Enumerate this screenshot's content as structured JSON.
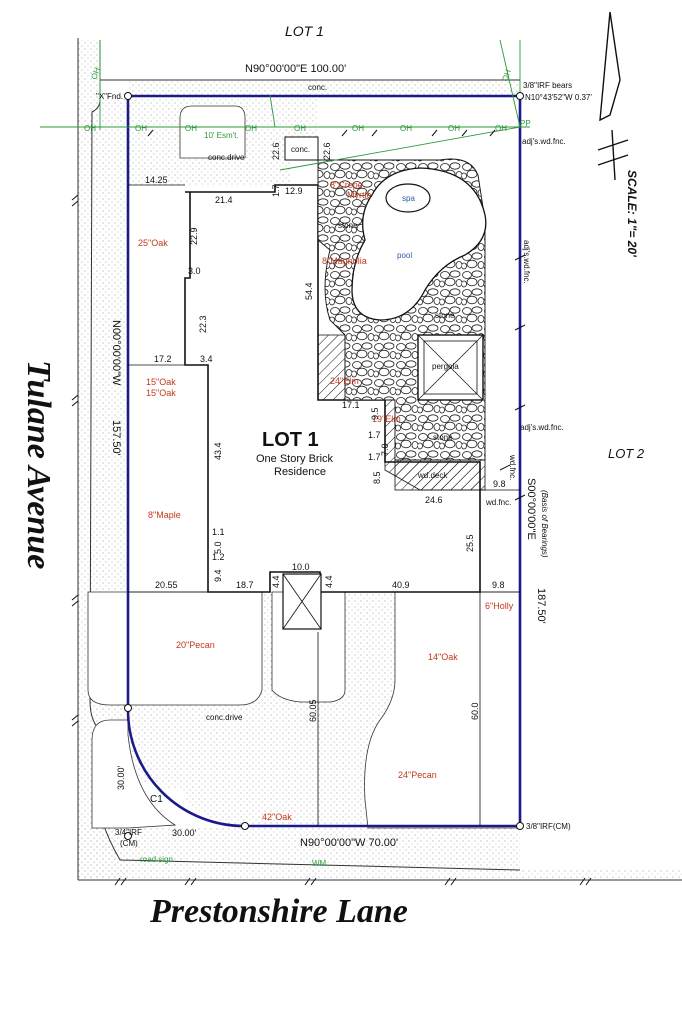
{
  "labels": {
    "lot1_top": "LOT 1",
    "lot2_right": "LOT 2",
    "lot1_main": "LOT 1",
    "residence_line1": "One Story Brick",
    "residence_line2": "Residence",
    "street_left": "Tulane Avenue",
    "street_bottom": "Prestonshire Lane",
    "scale": "SCALE: 1\"= 20'"
  },
  "bearings": {
    "north": "N90°00'00\"E   100.00'",
    "south": "N90°00'00\"W   70.00'",
    "west": "N00°00'00\"W",
    "west_dist": "157.50'",
    "east": "S00°00'00\"E",
    "east_dist": "187.50'",
    "basis": "(Basis of Bearings)",
    "irf_bears": "3/8\"IRF bears",
    "irf_bears_2": "N10°43'52\"W 0.37'"
  },
  "corners": {
    "x_fnd": "\"X\"Fnd.",
    "irf_sw": "3/4\"IRF",
    "irf_sw_cm": "(CM)",
    "irf_se": "3/8\"IRF(CM)",
    "pp": "PP"
  },
  "curve": {
    "c1": "C1",
    "r1": "30.00'",
    "r2": "30.00'"
  },
  "features": {
    "conc_top": "conc.",
    "esmt": "10' Esm't.",
    "conc_drive_top": "conc.drive",
    "conc_small": "conc.",
    "conc_drive_bottom": "conc.drive",
    "stone1": "stone",
    "stone2": "stone",
    "stone3": "stone",
    "spa": "spa",
    "pool": "pool",
    "pergola": "pergola",
    "wd_deck": "wd.deck",
    "wd_fnc_1": "wd.fnc.",
    "wd_fnc_2": "wd.fnc.",
    "adj_wd_fnc_1": "adj's.wd.fnc.",
    "adj_wd_fnc_2": "adj's.wd.fnc.",
    "adj_wd_fnc_3": "adj's.wd.fnc.",
    "road_sign": "road sign",
    "wm": "WM"
  },
  "oh_labels": [
    "OH",
    "OH",
    "OH",
    "OH",
    "OH",
    "OH",
    "OH",
    "OH",
    "OH",
    "OH",
    "OH"
  ],
  "trees": {
    "crepe1": "8\"Crepe",
    "crepe2": "Myrtle",
    "oak25": "25\"Oak",
    "magnolia": "8\"Magnolia",
    "oak15a": "15\"Oak",
    "oak15b": "15\"Oak",
    "elm24": "24\"Elm",
    "elm19": "19\"Elm",
    "maple": "8\"Maple",
    "holly": "6\"Holly",
    "pecan20": "20\"Pecan",
    "oak14": "14\"Oak",
    "pecan24": "24\"Pecan",
    "oak42": "42\"Oak"
  },
  "dims": {
    "d14_25": "14.25",
    "d21_4": "21.4",
    "d1_7a": "1.7",
    "d12_9": "12.9",
    "d22_6a": "22.6",
    "d22_6b": "22.6",
    "d22_9": "22.9",
    "d3_0": "3.0",
    "d22_3": "22.3",
    "d54_4": "54.4",
    "d17_2": "17.2",
    "d3_4": "3.4",
    "d17_1": "17.1",
    "d9_5": "9.5",
    "d1_7b": "1.7",
    "d7_0": "7.0",
    "d8_5": "8.5",
    "d1_7c": "1.7",
    "d43_4": "43.4",
    "d24_6": "24.6",
    "d9_8a": "9.8",
    "d25_5": "25.5",
    "d1_1": "1.1",
    "d5_0": "5.0",
    "d1_2": "1.2",
    "d9_4": "9.4",
    "d20_55": "20.55",
    "d18_7": "18.7",
    "d4_4a": "4.4",
    "d10_0": "10.0",
    "d4_4b": "4.4",
    "d40_9": "40.9",
    "d9_8b": "9.8",
    "d60_05": "60.05",
    "d60_0": "60.0"
  }
}
